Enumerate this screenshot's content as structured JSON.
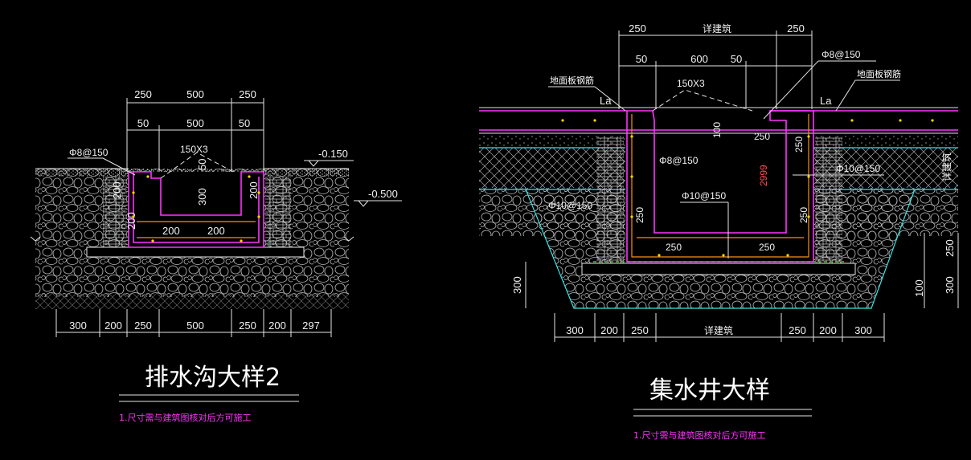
{
  "left": {
    "top_dims": [
      "250",
      "500",
      "250"
    ],
    "sub_dims": [
      "50",
      "500",
      "50"
    ],
    "slope": "150X3",
    "rebar": "Φ8@150",
    "elev1": "-0.150",
    "elev2": "-0.500",
    "inner_dims": [
      "200",
      "300",
      "200"
    ],
    "bottom_inner": [
      "200",
      "200",
      "200"
    ],
    "small_50": "50",
    "bottom_dims": [
      "300",
      "200",
      "250",
      "500",
      "250",
      "200",
      "297"
    ],
    "title": "排水沟大样2",
    "note": "1.尺寸需与建筑图核对后方可施工"
  },
  "right": {
    "top_dims": [
      "250",
      "详建筑",
      "250"
    ],
    "sub_dims": [
      "50",
      "600",
      "50"
    ],
    "slope": "150X3",
    "rebar_top": "Φ8@150",
    "label_left": "地面板钢筋",
    "label_right": "地面板钢筋",
    "la": "La",
    "rebar_mid": "Φ8@150",
    "rebar_left": "Φ10@150",
    "rebar_center": "Φ10@150",
    "rebar_right": "Φ10@150",
    "d100": "100",
    "d250": "250",
    "red_val": "2999",
    "side_label": "详建筑",
    "dim_300": "300",
    "dim_100": "100",
    "bottom_dims": [
      "300",
      "200",
      "250",
      "详建筑",
      "250",
      "200",
      "300"
    ],
    "title": "集水井大样",
    "note": "1.尺寸需与建筑图核对后方可施工"
  }
}
